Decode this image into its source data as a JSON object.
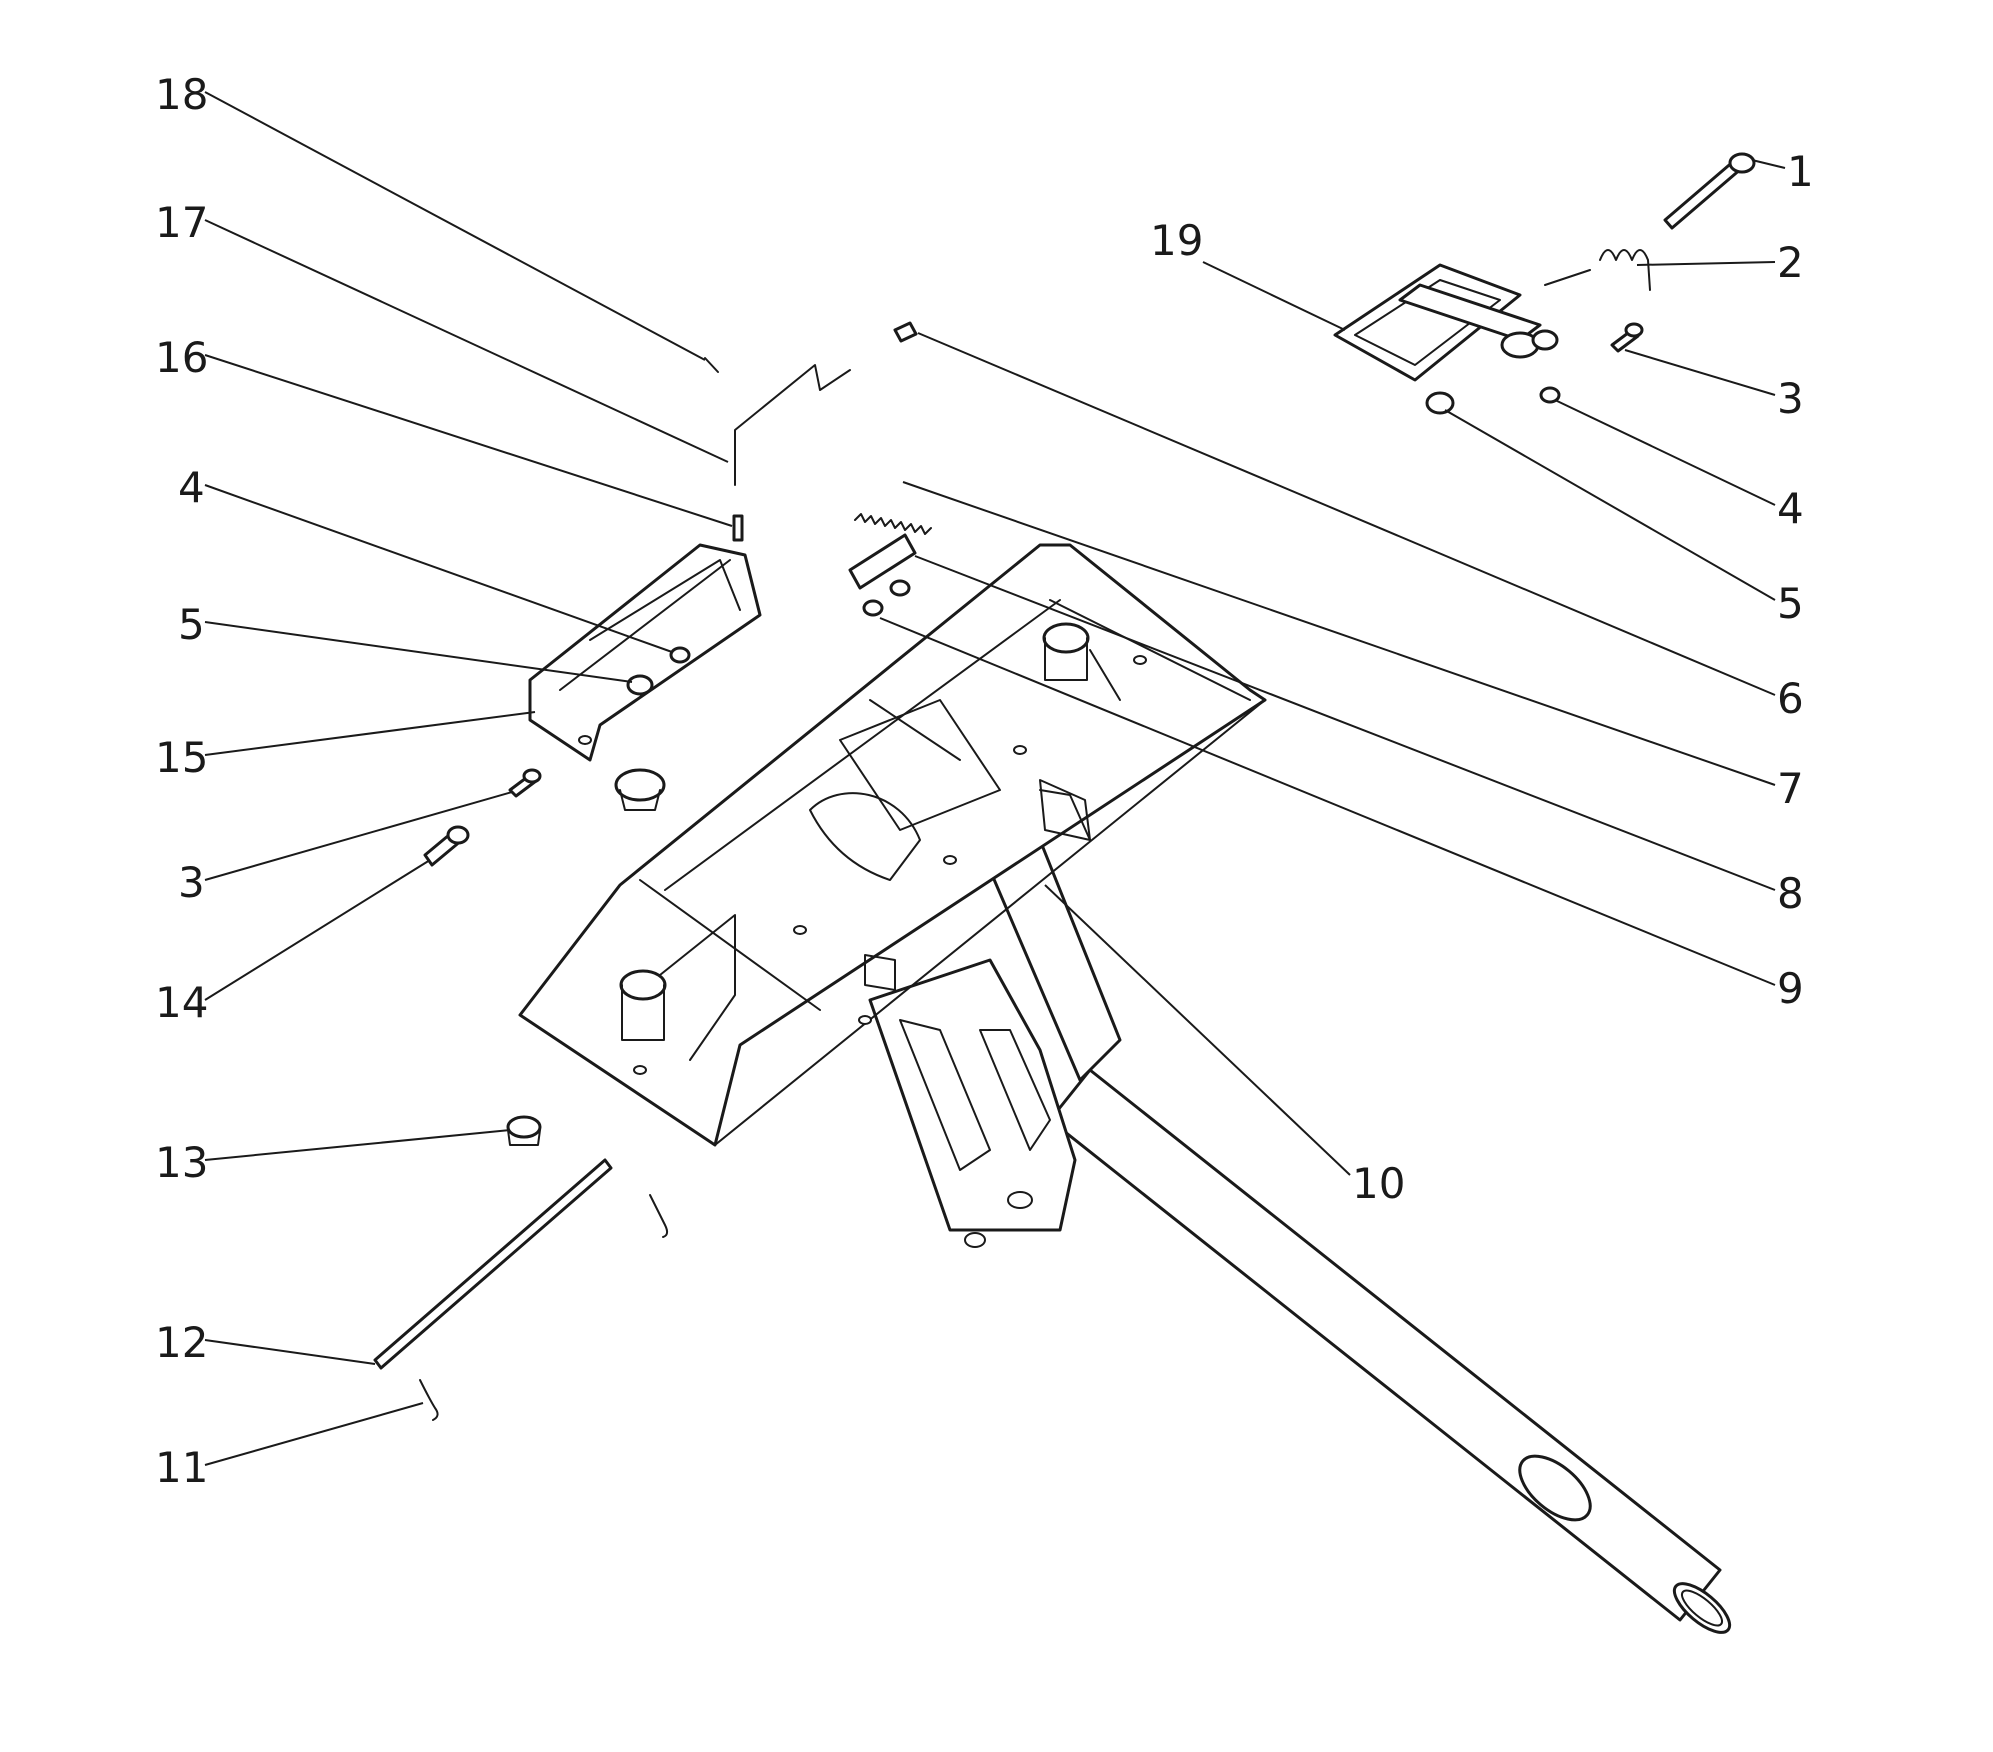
{
  "diagram": {
    "callouts": [
      {
        "id": "c1",
        "text": "1"
      },
      {
        "id": "c2",
        "text": "2"
      },
      {
        "id": "c3r",
        "text": "3"
      },
      {
        "id": "c4r",
        "text": "4"
      },
      {
        "id": "c5r",
        "text": "5"
      },
      {
        "id": "c6",
        "text": "6"
      },
      {
        "id": "c7",
        "text": "7"
      },
      {
        "id": "c8",
        "text": "8"
      },
      {
        "id": "c9",
        "text": "9"
      },
      {
        "id": "c10",
        "text": "10"
      },
      {
        "id": "c11",
        "text": "11"
      },
      {
        "id": "c12",
        "text": "12"
      },
      {
        "id": "c13",
        "text": "13"
      },
      {
        "id": "c14",
        "text": "14"
      },
      {
        "id": "c3l",
        "text": "3"
      },
      {
        "id": "c15",
        "text": "15"
      },
      {
        "id": "c5l",
        "text": "5"
      },
      {
        "id": "c4l",
        "text": "4"
      },
      {
        "id": "c16",
        "text": "16"
      },
      {
        "id": "c17",
        "text": "17"
      },
      {
        "id": "c18",
        "text": "18"
      },
      {
        "id": "c19",
        "text": "19"
      }
    ]
  }
}
